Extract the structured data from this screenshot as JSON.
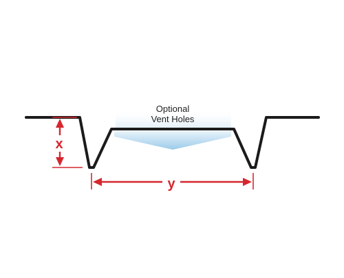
{
  "diagram": {
    "vent_label_line1": "Optional",
    "vent_label_line2": "Vent Holes",
    "dimension_x_label": "x",
    "dimension_y_label": "y"
  },
  "colors": {
    "profile_stroke": "#1b1b1b",
    "dimension": "#d6262e",
    "vent_highlight_top": "#e8f3fb",
    "vent_highlight_bottom": "#9ccbea"
  }
}
